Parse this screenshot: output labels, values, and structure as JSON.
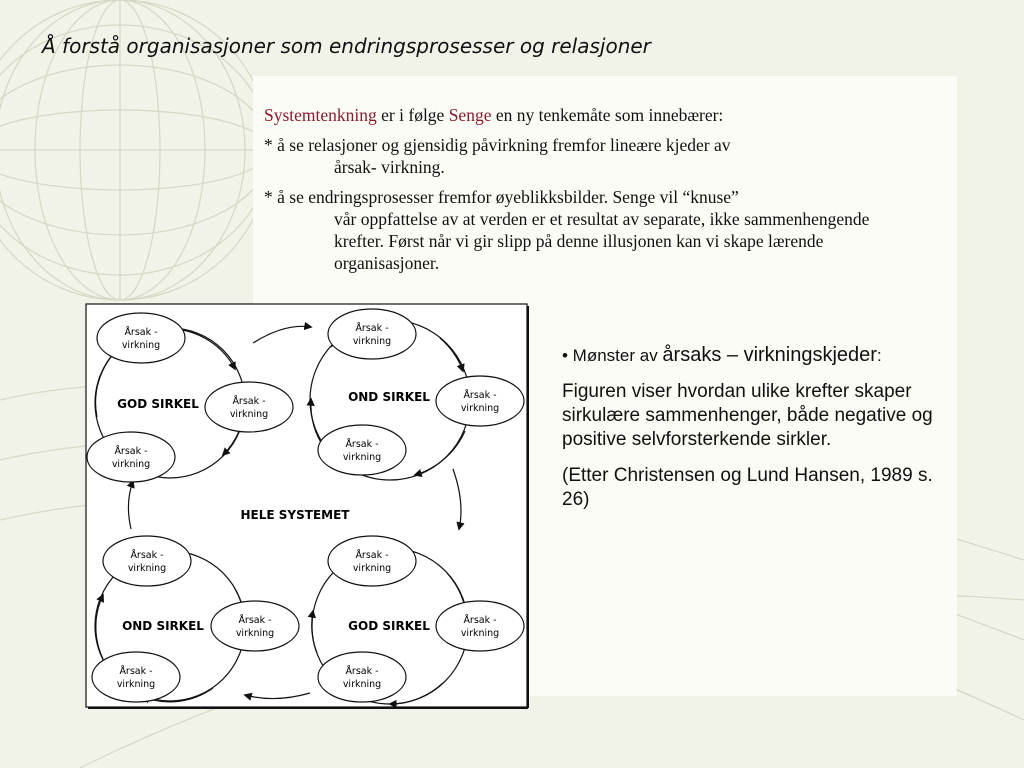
{
  "slide": {
    "title": "Å forstå organisasjoner som endringsprosesser og relasjoner"
  },
  "intro": {
    "term1": "Systemtenkning",
    "text1": " er i følge ",
    "term2": "Senge",
    "text2": " en ny tenkemåte som innebærer:",
    "bullet1_first": "* å se relasjoner og gjensidig påvirkning fremfor lineære kjeder av",
    "bullet1_rest": "årsak- virkning.",
    "bullet2_first": "* å se endringsprosesser fremfor øyeblikksbilder. Senge vil “knuse”",
    "bullet2_rest": "vår oppfattelse av at verden er et resultat av separate, ikke sammenhengende krefter.  Først når vi gir slipp på denne illusjonen kan vi skape lærende organisasjoner."
  },
  "right": {
    "bullet_prefix": "• Mønster av ",
    "bullet_big": "årsaks – virkningskjeder",
    "bullet_suffix": ":",
    "paragraph": "Figuren viser hvordan ulike krefter skaper sirkulære sammenhenger, både negative og positive selvforsterkende sirkler.",
    "reference": "(Etter Christensen og Lund Hansen, 1989 s. 26)"
  },
  "diagram": {
    "center_label": "HELE SYSTEMET",
    "node_line1": "Årsak -",
    "node_line2": "virkning",
    "circles": [
      {
        "label": "GOD SIRKEL"
      },
      {
        "label": "OND SIRKEL"
      },
      {
        "label": "OND SIRKEL"
      },
      {
        "label": "GOD SIRKEL"
      }
    ]
  }
}
